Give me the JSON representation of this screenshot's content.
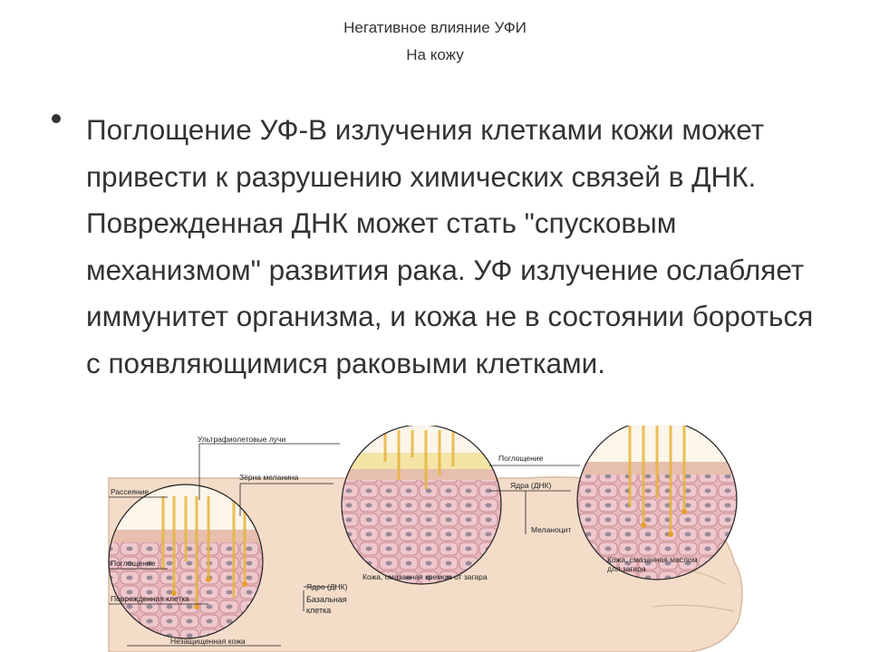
{
  "title": {
    "line1": "Негативное влияние УФИ",
    "line2": "На кожу"
  },
  "bullet": {
    "text": "Поглощение УФ-В излучения клетками кожи может привести к разрушению химических связей в ДНК. Поврежденная ДНК может стать \"спусковым механизмом\" развития рака. УФ излучение ослабляет иммунитет организма, и кожа не в состоянии бороться с появляющимися раковыми клетками."
  },
  "diagram": {
    "labels": {
      "uv_rays": "Ультрафиолетовые лучи",
      "absorption_top": "Поглощение",
      "nuclei": "Ядра (ДНК)",
      "melanin": "Зёрна меланина",
      "scattering": "Рассеяние",
      "melanocytes": "Меланоцит",
      "absorption_left": "Поглощение",
      "damaged_cell": "Поврежденная клетка",
      "basal_cell_line1": "Базальная",
      "basal_cell_line2": "клетка",
      "dna_left": "Ядро (ДНК)",
      "unprotected": "Незащищенная кожа",
      "sunscreen": "Кожа, смазанная кремом от загара",
      "tanning_oil_line1": "Кожа, смазанная маслом",
      "tanning_oil_line2": "для загара"
    }
  }
}
